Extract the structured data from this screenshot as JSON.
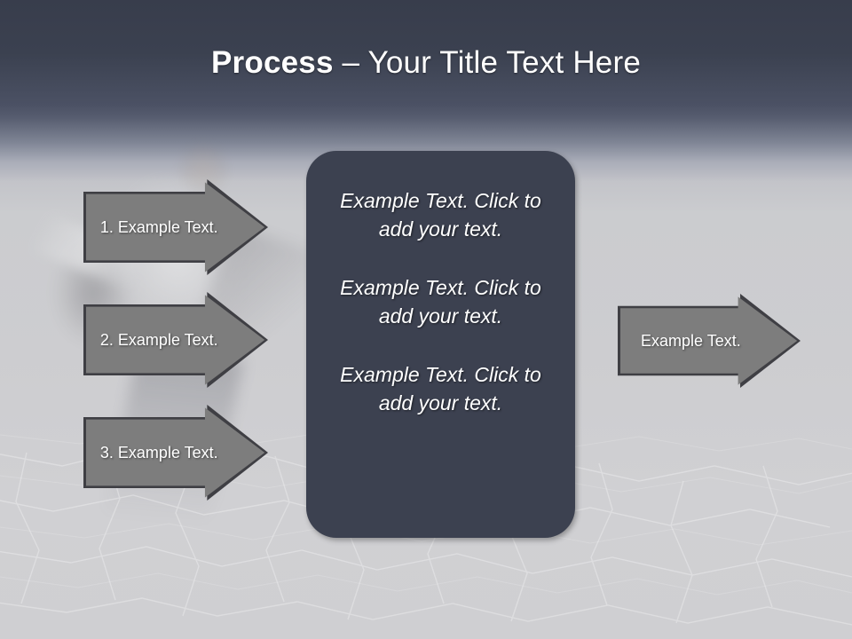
{
  "slide": {
    "title": {
      "bold_part": "Process",
      "rest": " – Your Title Text Here"
    },
    "background": {
      "top_band_color": "#3b4150",
      "bottom_color": "#cdcdd0"
    },
    "panel": {
      "fill_color": "#3c4150",
      "blocks": [
        "Example Text. Click  to add your text.",
        "Example Text. Click  to add your text.",
        "Example Text. Click  to add your text."
      ]
    },
    "input_arrows": {
      "fill_color": "#7d7d7d",
      "border_color": "#3f3f44",
      "items": [
        {
          "label": "1. Example Text."
        },
        {
          "label": "2. Example Text."
        },
        {
          "label": "3. Example Text."
        }
      ]
    },
    "output_arrow": {
      "label": "Example Text.",
      "fill_color": "#7d7d7d",
      "border_color": "#3f3f44"
    }
  }
}
